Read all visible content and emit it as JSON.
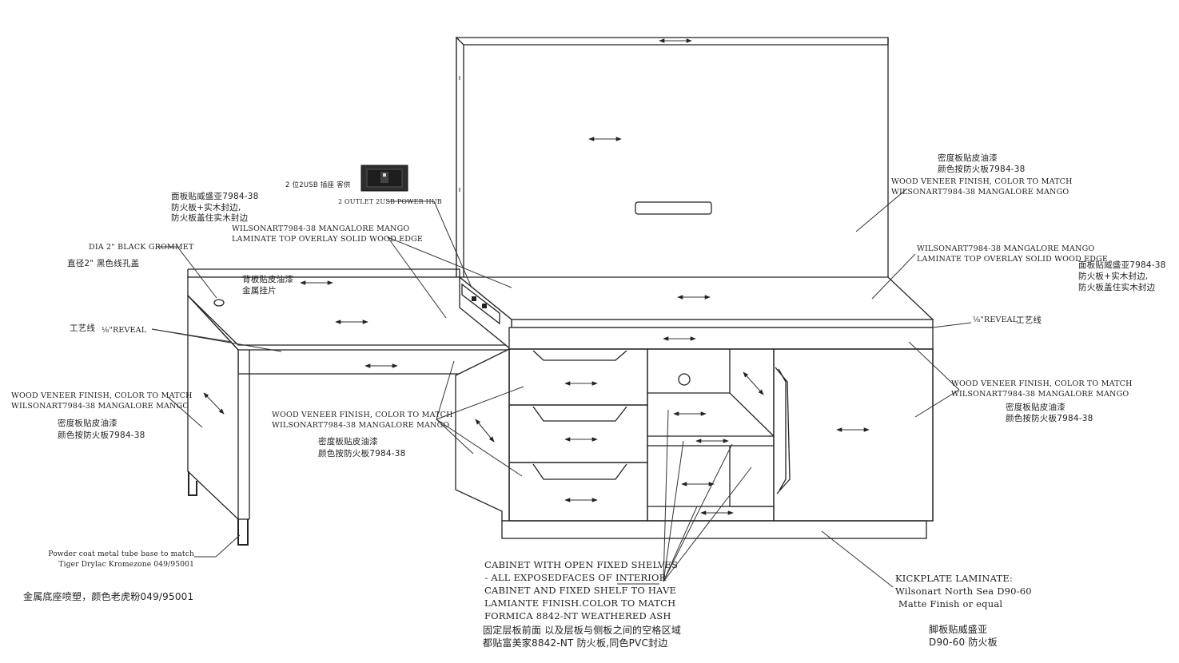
{
  "labels": {
    "grommet_en": "DIA 2\" BLACK GROMMET",
    "grommet_cn": "直径2\" 黑色线孔盖",
    "top_cn": "面板贴威盛亚7984-38\n防火板+实木封边,\n防火板盖住实木封边",
    "usb_cn": "2 位2USB 插座 客供",
    "usb_en": "2 OUTLET 2USB POWER HUB",
    "laminate_top_left": "WILSONART7984-38 MANGALORE MANGO\nLAMINATE TOP OVERLAY SOLID WOOD EDGE",
    "back_panel_cn": "背板贴皮油漆\n金属挂片",
    "reveal_left_cn": "工艺线",
    "reveal_left_en": "⅛\"REVEAL",
    "veneer_left_en": "WOOD VENEER FINISH, COLOR TO MATCH\nWILSONART7984-38 MANGALORE MANGO",
    "veneer_left_cn": "密度板贴皮油漆\n颜色按防火板7984-38",
    "veneer_mid_en": "WOOD VENEER FINISH, COLOR TO MATCH\nWILSONART7984-38 MANGALORE MANGO",
    "veneer_mid_cn": "密度板贴皮油漆\n颜色按防火板7984-38",
    "base_en": "Powder coat metal tube base to match\nTiger Drylac Kromezone 049/95001",
    "base_cn": "金属底座喷塑，颜色老虎粉049/95001",
    "hutch_cn": "密度板贴皮油漆\n颜色按防火板7984-38",
    "hutch_en": "WOOD VENEER FINISH, COLOR TO MATCH\nWILSONART7984-38 MANGALORE MANGO",
    "laminate_top_right": "WILSONART7984-38 MANGALORE MANGO\nLAMINATE TOP OVERLAY SOLID WOOD EDGE",
    "top_right_cn": "面板贴威盛亚7984-38\n防火板+实木封边,\n防火板盖住实木封边",
    "reveal_right_en": "⅛\"REVEAL",
    "reveal_right_cn": "工艺线",
    "veneer_right_en": "WOOD VENEER FINISH, COLOR TO MATCH\nWILSONART7984-38 MANGALORE MANGO",
    "veneer_right_cn": "密度板贴皮油漆\n颜色按防火板7984-38",
    "cabinet_en": "CABINET WITH OPEN FIXED SHELVES\n- ALL EXPOSEDFACES OF INTERIOR\nCABINET AND FIXED SHELF TO HAVE\nLAMIANTE FINISH.COLOR TO MATCH\nFORMICA 8842-NT WEATHERED ASH",
    "cabinet_cn": "固定层板前面 以及层板与侧板之间的空格区域\n都贴富美家8842-NT 防火板,同色PVC封边",
    "kick_en": "KICKPLATE LAMINATE:\nWilsonart North Sea D90-60\n Matte Finish or equal",
    "kick_cn": "脚板贴威盛亚\nD90-60 防火板"
  }
}
